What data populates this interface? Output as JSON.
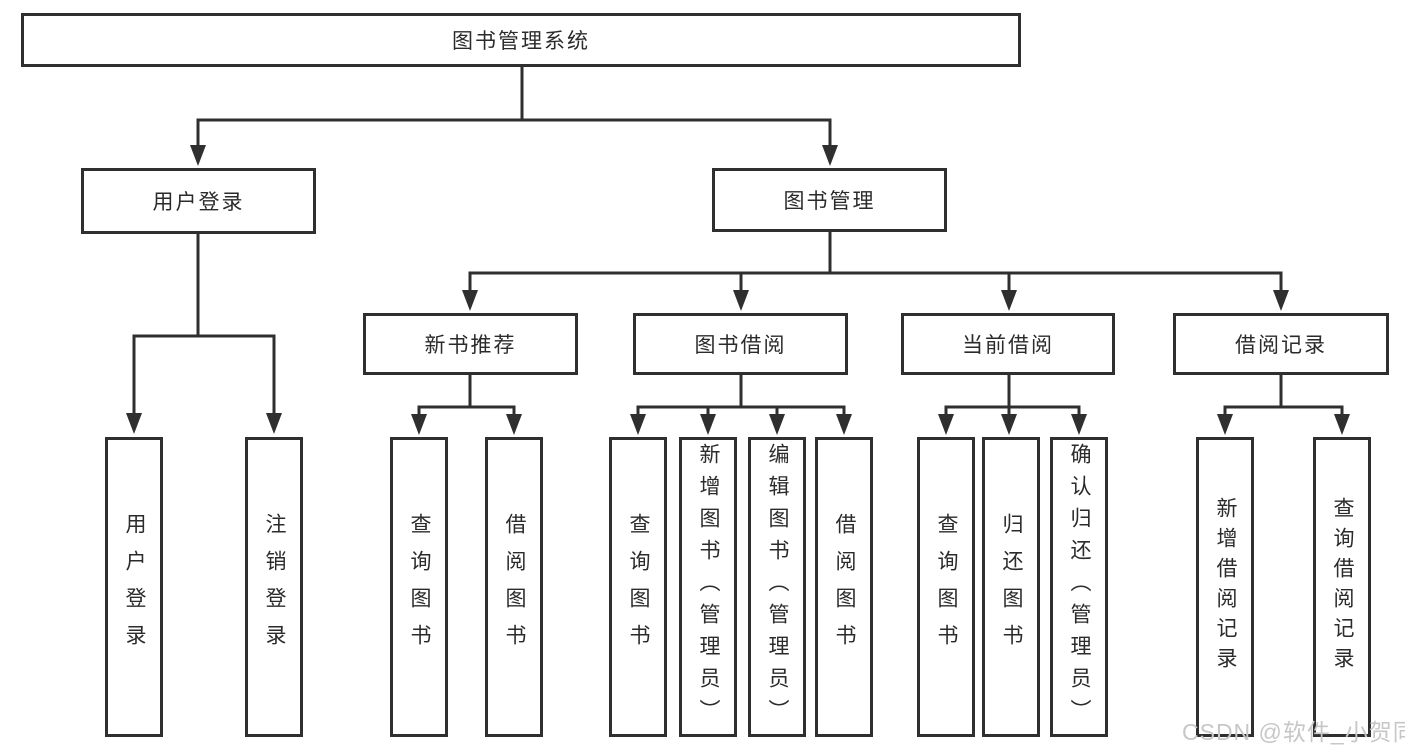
{
  "diagram": {
    "type": "hierarchy-tree",
    "colors": {
      "line": "#2f2f2f",
      "box_border": "#2f2f2f",
      "text": "#2b2b2b",
      "background": "#ffffff",
      "watermark": "#c7c7c7"
    },
    "root": {
      "label": "图书管理系统",
      "children": [
        {
          "label": "用户登录",
          "children": [
            {
              "label": "用户登录"
            },
            {
              "label": "注销登录"
            }
          ]
        },
        {
          "label": "图书管理",
          "children": [
            {
              "label": "新书推荐",
              "children": [
                {
                  "label": "查询图书"
                },
                {
                  "label": "借阅图书"
                }
              ]
            },
            {
              "label": "图书借阅",
              "children": [
                {
                  "label": "查询图书"
                },
                {
                  "label": "新增图书（管理员）"
                },
                {
                  "label": "编辑图书（管理员）"
                },
                {
                  "label": "借阅图书"
                }
              ]
            },
            {
              "label": "当前借阅",
              "children": [
                {
                  "label": "查询图书"
                },
                {
                  "label": "归还图书"
                },
                {
                  "label": "确认归还（管理员）"
                }
              ]
            },
            {
              "label": "借阅记录",
              "children": [
                {
                  "label": "新增借阅记录"
                },
                {
                  "label": "查询借阅记录"
                }
              ]
            }
          ]
        }
      ]
    }
  },
  "watermark": {
    "text": "CSDN @软件_小贺同学"
  }
}
